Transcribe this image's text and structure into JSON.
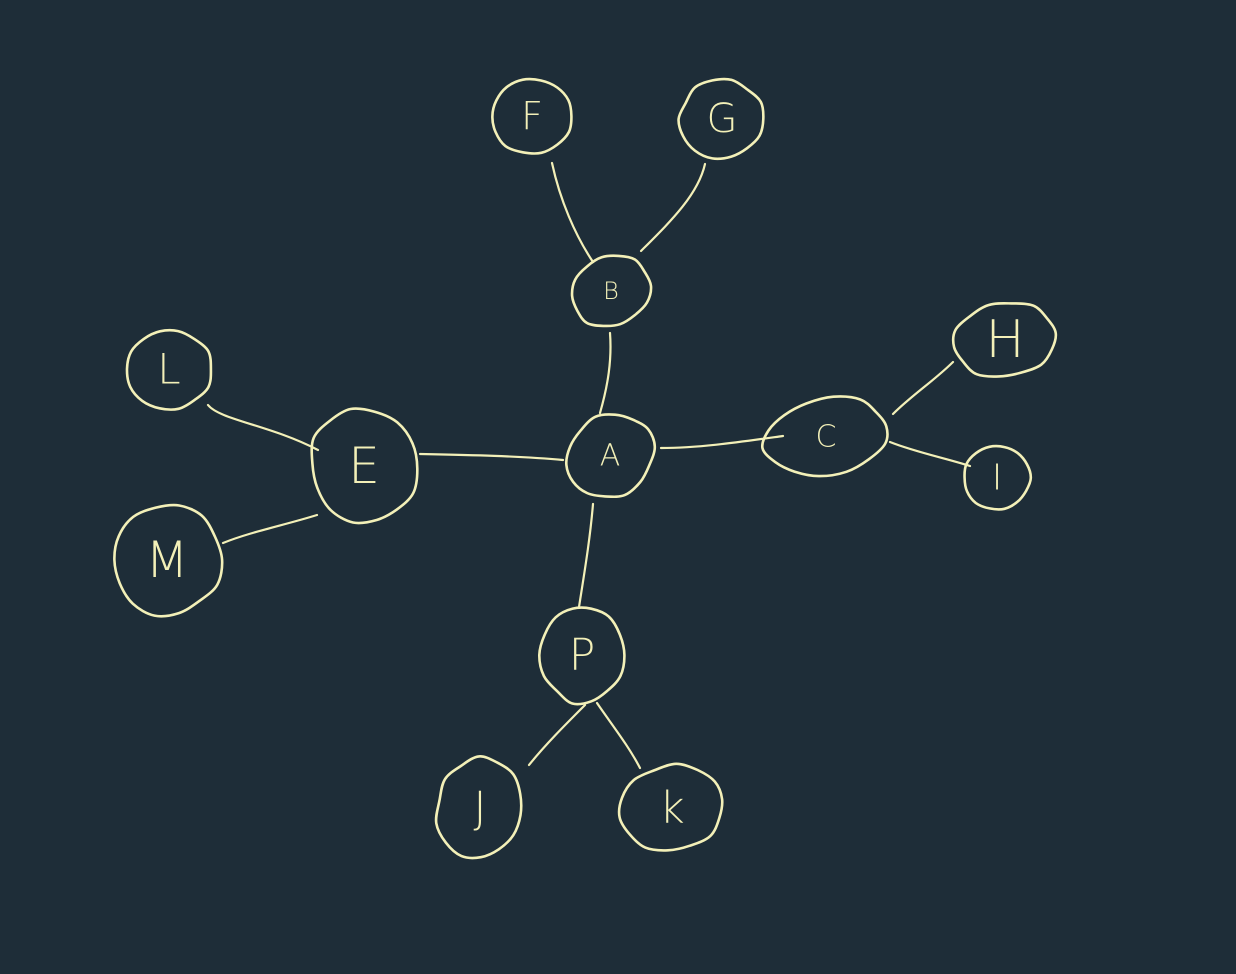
{
  "diagram": {
    "background": "#1e2d38",
    "ink_color": "#f3f0b8",
    "nodes": [
      {
        "id": "A",
        "label": "A"
      },
      {
        "id": "B",
        "label": "B"
      },
      {
        "id": "C",
        "label": "C"
      },
      {
        "id": "D",
        "label": "P"
      },
      {
        "id": "E",
        "label": "E"
      },
      {
        "id": "F",
        "label": "F"
      },
      {
        "id": "G",
        "label": "G"
      },
      {
        "id": "H",
        "label": "H"
      },
      {
        "id": "I",
        "label": "I"
      },
      {
        "id": "J",
        "label": "J"
      },
      {
        "id": "K",
        "label": "k"
      },
      {
        "id": "L",
        "label": "L"
      },
      {
        "id": "M",
        "label": "M"
      }
    ],
    "edges": [
      {
        "from": "A",
        "to": "B"
      },
      {
        "from": "A",
        "to": "C"
      },
      {
        "from": "A",
        "to": "D"
      },
      {
        "from": "A",
        "to": "E"
      },
      {
        "from": "B",
        "to": "F"
      },
      {
        "from": "B",
        "to": "G"
      },
      {
        "from": "C",
        "to": "H"
      },
      {
        "from": "C",
        "to": "I"
      },
      {
        "from": "D",
        "to": "J"
      },
      {
        "from": "D",
        "to": "K"
      },
      {
        "from": "E",
        "to": "L"
      },
      {
        "from": "E",
        "to": "M"
      }
    ]
  }
}
